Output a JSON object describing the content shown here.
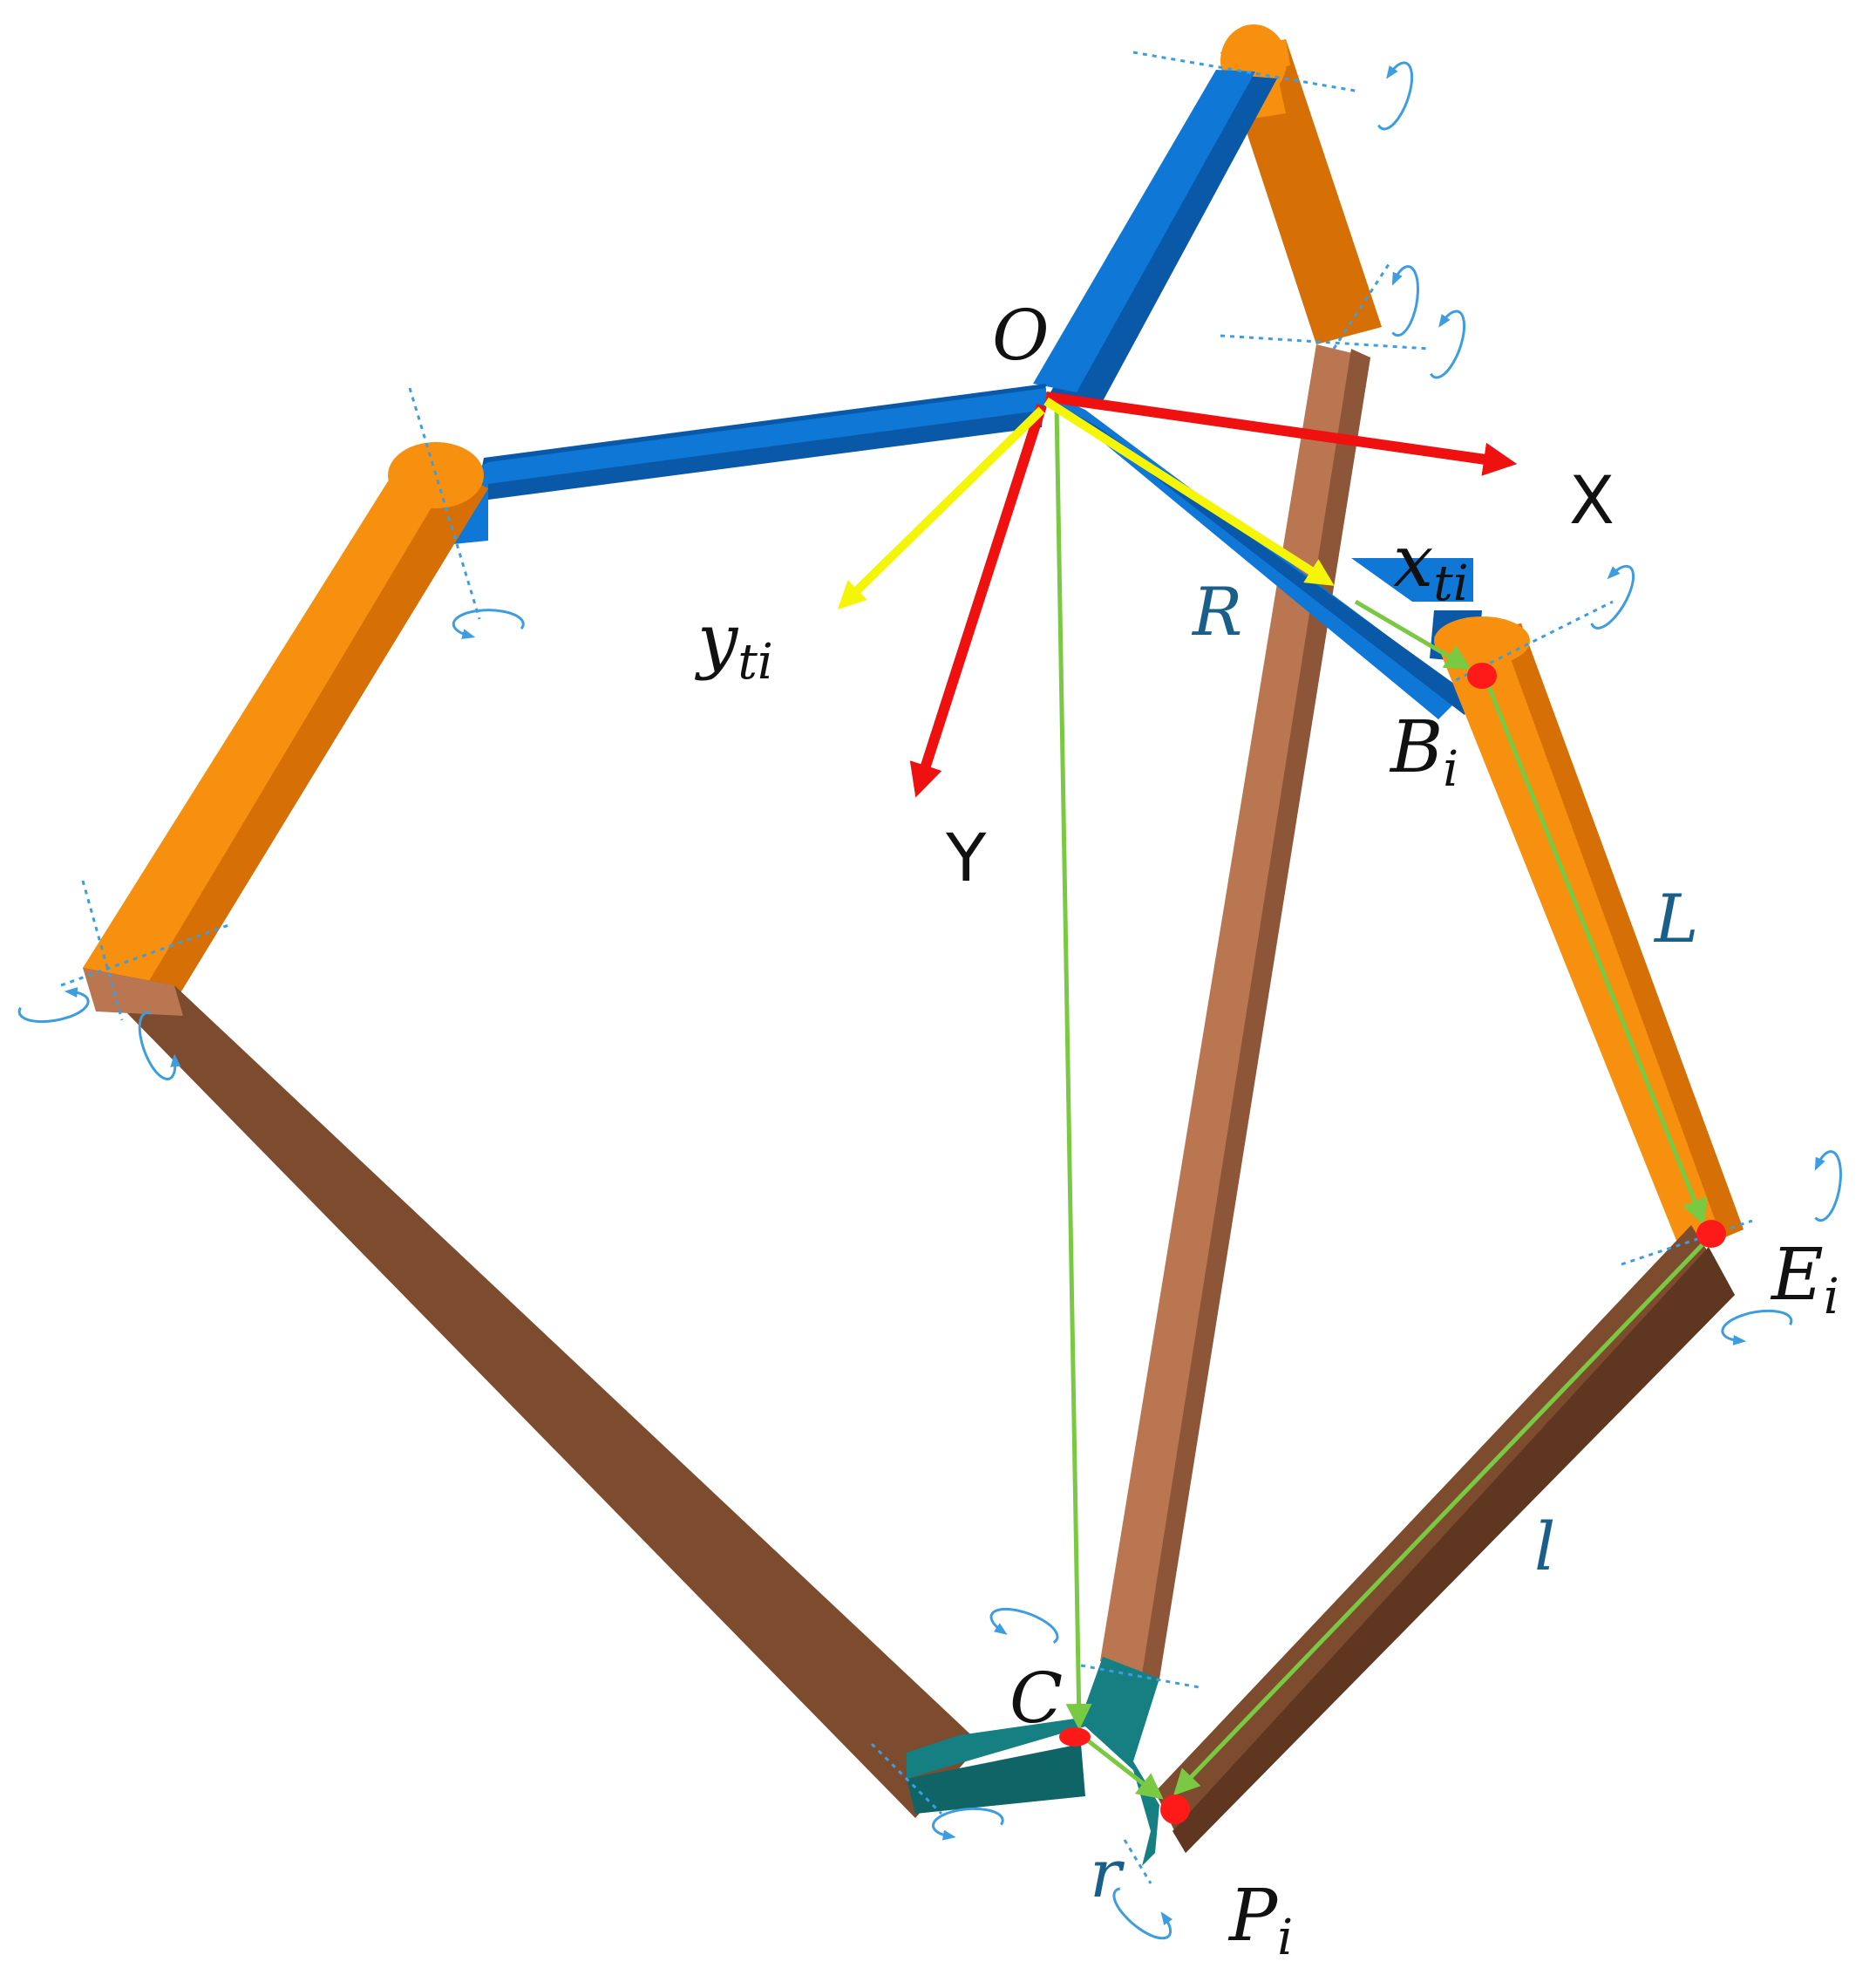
{
  "colors": {
    "base_blue": "#0f77d6",
    "base_blue_dark": "#0a58a8",
    "upper_arm_orange": "#f7900e",
    "upper_arm_orange_dark": "#d66f06",
    "lower_arm_brown": "#7d4b2e",
    "lower_arm_brown_light": "#b97650",
    "platform_teal": "#167f82",
    "axis_red": "#ef1010",
    "local_axis_yellow": "#f5f50a",
    "vector_green": "#7ac943",
    "joint_red": "#ff1a1a",
    "rotation_symbol_blue": "#3d9de0",
    "label_black": "#111111",
    "label_dark_blue": "#1a5f8a"
  },
  "labels": {
    "origin": "O",
    "axis_x": "X",
    "axis_y": "Y",
    "local_x": "x",
    "local_x_sub": "ti",
    "local_y": "y",
    "local_y_sub": "ti",
    "base_radius": "R",
    "base_joint": "B",
    "base_joint_sub": "i",
    "upper_arm_length": "L",
    "elbow_joint": "E",
    "elbow_joint_sub": "i",
    "lower_arm_length": "l",
    "platform_center": "C",
    "platform_radius": "r",
    "platform_joint": "P",
    "platform_joint_sub": "i"
  },
  "icons": {
    "joint_rotation": "rotation-arrow-icon",
    "joint_axis": "dotted-axis-icon"
  }
}
